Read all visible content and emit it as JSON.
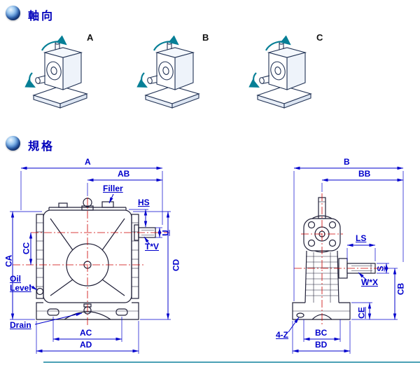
{
  "sections": {
    "axial": {
      "title": "軸向",
      "variants": [
        {
          "label": "A"
        },
        {
          "label": "B"
        },
        {
          "label": "C"
        }
      ]
    },
    "spec": {
      "title": "規格",
      "front_view": {
        "dim_A": "A",
        "dim_AB": "AB",
        "filler": "Filler",
        "dim_HS": "HS",
        "dim_U": "U",
        "dim_TV": "T*V",
        "dim_CA": "CA",
        "dim_CC": "CC",
        "dim_CD": "CD",
        "oil_level": "Oil Level",
        "drain": "Drain",
        "dim_AC": "AC",
        "dim_AD": "AD"
      },
      "side_view": {
        "dim_B": "B",
        "dim_BB": "BB",
        "dim_LS": "LS",
        "dim_S": "S",
        "dim_WX": "W*X",
        "dim_CB": "CB",
        "dim_CE": "CE",
        "dim_4Z": "4-Z",
        "dim_BC": "BC",
        "dim_BD": "BD"
      }
    }
  },
  "colors": {
    "header_text": "#0000bb",
    "dimension_blue": "#0000cc",
    "centerline_red": "#cc0000",
    "drawing_line": "#202038",
    "rotation_arrow_teal": "#067f96"
  }
}
